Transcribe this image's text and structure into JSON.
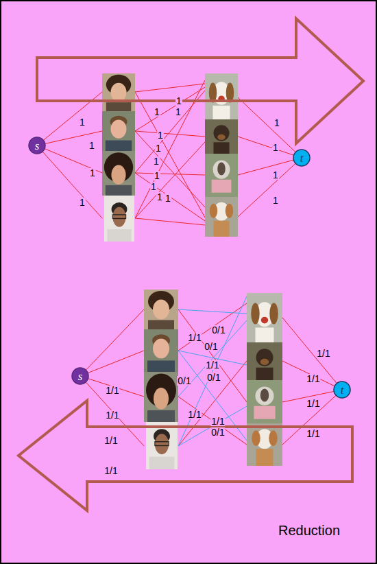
{
  "diagram": {
    "nodes": [
      {
        "text": [
          "s"
        ]
      },
      {
        "text": [
          "t"
        ]
      },
      {
        "text": [
          "s"
        ]
      },
      {
        "text": [
          "t"
        ]
      }
    ],
    "labels": [
      "1",
      "1",
      "1",
      "1",
      "1",
      "1",
      "1",
      "1",
      "1",
      "1",
      "1",
      "1",
      "1",
      "1",
      "1",
      "1",
      "1",
      "1",
      "1/1",
      "1/1",
      "1/1",
      "1/1",
      "1/1",
      "0/1",
      "0/1",
      "1/1",
      "0/1",
      "0/1",
      "1/1",
      "1/1",
      "0/1",
      "1/1",
      "1/1",
      "1/1",
      "1/1",
      "Reduction"
    ]
  }
}
